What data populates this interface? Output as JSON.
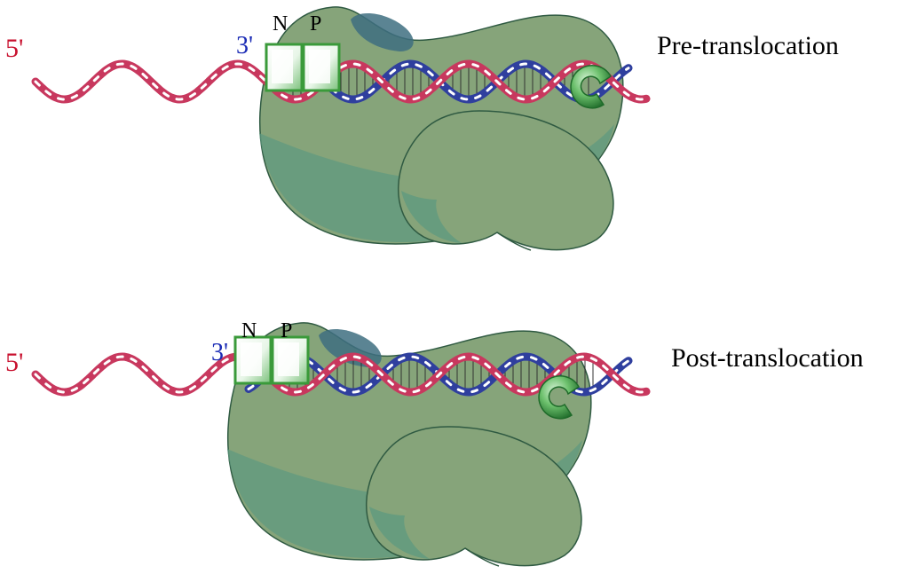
{
  "colors": {
    "template_strand": "#c8385e",
    "primer_strand": "#2f3f9e",
    "ribbon_highlight": "#ffffff",
    "polymerase_body": "#5f9a80",
    "polymerase_body_light": "#86a47a",
    "polymerase_edge": "#2f5a42",
    "polymerase_pocket": "#3e6e80",
    "site_box": "#3a9a3a",
    "clamp": "#3a9a3a",
    "label_5prime": "#c8102e",
    "label_3prime": "#1a2bb5",
    "label_text": "#000000"
  },
  "panels": [
    {
      "state_label": "Pre-translocation",
      "five_prime_label": "5'",
      "three_prime_label": "3'",
      "sites": [
        {
          "label": "N"
        },
        {
          "label": "P"
        }
      ]
    },
    {
      "state_label": "Post-translocation",
      "five_prime_label": "5'",
      "three_prime_label": "3'",
      "sites": [
        {
          "label": "N"
        },
        {
          "label": "P"
        }
      ]
    }
  ]
}
